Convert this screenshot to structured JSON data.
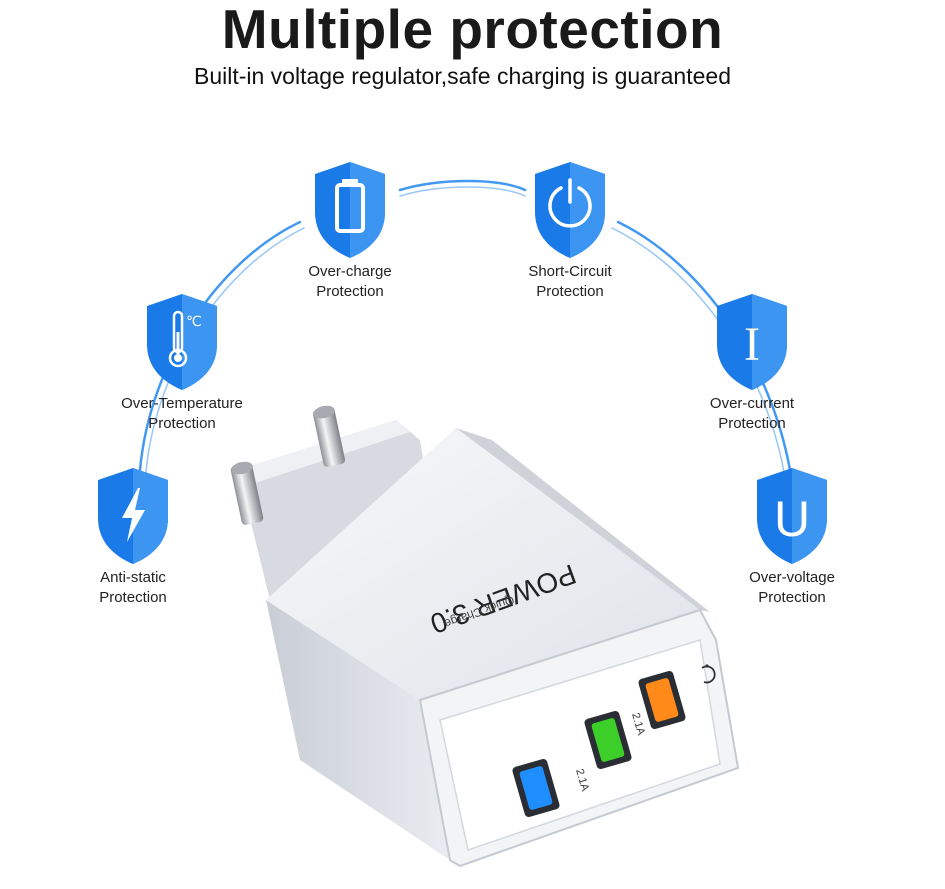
{
  "header": {
    "title": "Multiple protection",
    "subtitle": "Built-in voltage regulator,safe charging is guaranteed"
  },
  "colors": {
    "shield_blue": "#1a7be8",
    "shield_light": "#4aa0f5",
    "arc_blue": "#2f8ef0",
    "usb_blue": "#1f8fff",
    "usb_green": "#3ccf2a",
    "usb_orange": "#ff8a1a"
  },
  "features": [
    {
      "id": "over-charge",
      "icon": "battery-icon",
      "line1": "Over-charge",
      "line2": "Protection"
    },
    {
      "id": "short-circuit",
      "icon": "power-icon",
      "line1": "Short-Circuit",
      "line2": "Protection"
    },
    {
      "id": "over-temperature",
      "icon": "thermometer-icon",
      "line1": "Over-Temperature",
      "line2": "Protection"
    },
    {
      "id": "over-current",
      "icon": "current-i-icon",
      "line1": "Over-current",
      "line2": "Protection"
    },
    {
      "id": "anti-static",
      "icon": "lightning-icon",
      "line1": "Anti-static",
      "line2": "Protection"
    },
    {
      "id": "over-voltage",
      "icon": "voltage-u-icon",
      "line1": "Over-voltage",
      "line2": "Protection"
    }
  ],
  "icon_text": {
    "temp_unit": "℃",
    "current_letter": "I",
    "voltage_letter": "U"
  },
  "charger": {
    "brand": "POWER 3.0",
    "tagline": "Quick Charge",
    "port_rating_1": "2.1A",
    "port_rating_2": "2.1A"
  }
}
